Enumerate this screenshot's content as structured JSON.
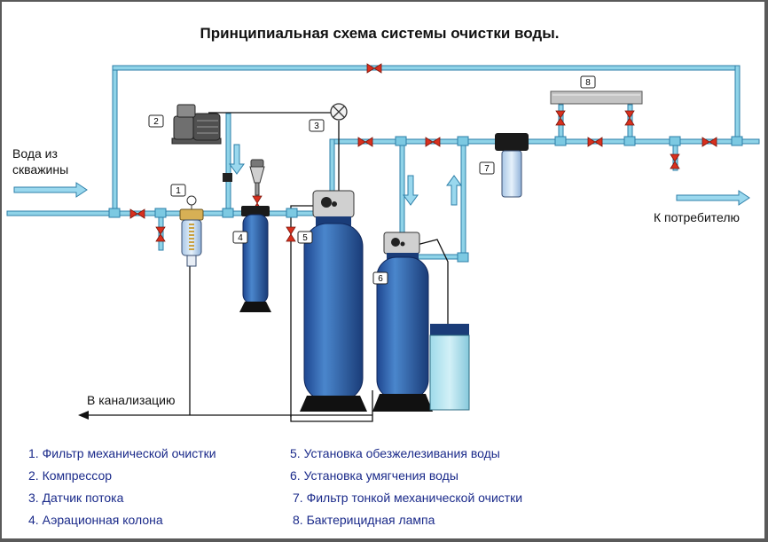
{
  "title": "Принципиальная схема  системы очистки воды.",
  "labels": {
    "source_line1": "Вода из",
    "source_line2": "скважины",
    "consumer": "К потребителю",
    "drain": "В канализацию"
  },
  "markers": [
    "1",
    "2",
    "3",
    "4",
    "5",
    "6",
    "7",
    "8"
  ],
  "legend": [
    "1. Фильтр механической очистки",
    "2. Компрессор",
    "3. Датчик потока",
    "4. Аэрационная колона",
    "5. Установка обезжелезивания воды",
    "6. Установка умягчения воды",
    "7. Фильтр тонкой механической очистки",
    "8. Бактерицидная лампа"
  ],
  "colors": {
    "pipe": "#8fd3e8",
    "pipe_edge": "#2d7fa8",
    "valve": "#d8301e",
    "tank": "#2f5fa8",
    "tank_dark": "#1a3c78",
    "brine": "#8ed3e4",
    "arrow": "#9ad8ee",
    "legend_text": "#1a2a8a"
  }
}
